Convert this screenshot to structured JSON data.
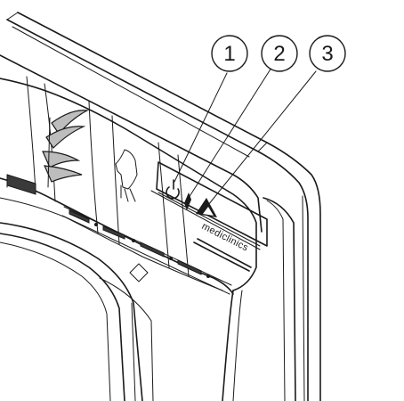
{
  "callouts": [
    {
      "number": "1"
    },
    {
      "number": "2"
    },
    {
      "number": "3"
    }
  ],
  "panel": {
    "brand": "mediclinics",
    "icons": [
      "power-icon",
      "divider-bar-icon",
      "sensor-range-icon"
    ]
  }
}
